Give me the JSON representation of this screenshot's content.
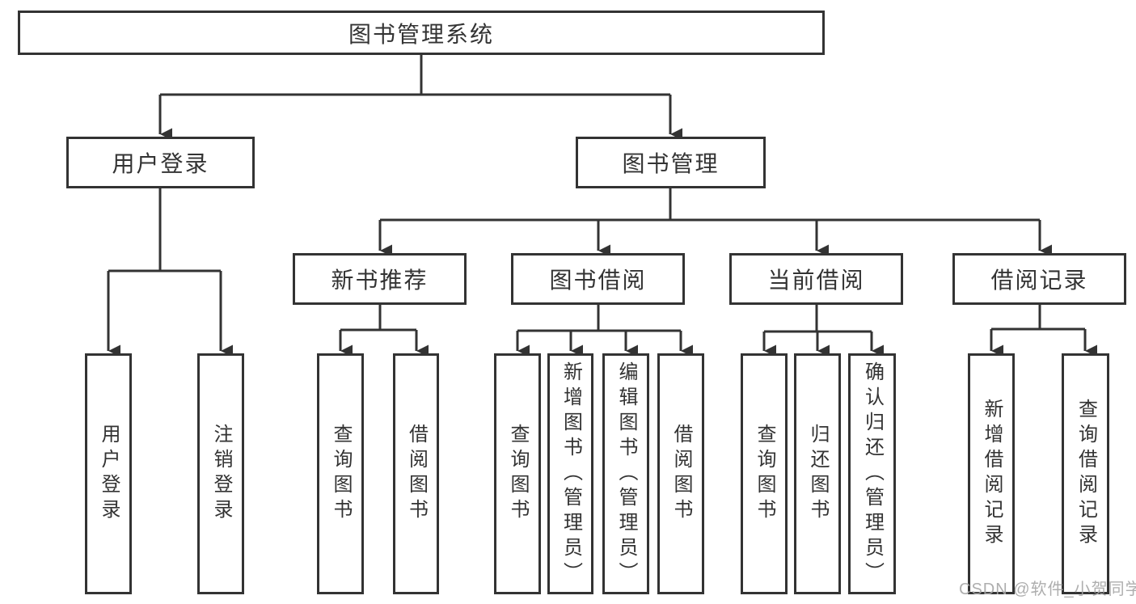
{
  "title": "图书管理系统",
  "level2": {
    "user_login": "用户登录",
    "book_mgmt": "图书管理"
  },
  "level3": {
    "new_books": "新书推荐",
    "book_borrow": "图书借阅",
    "current_borrow": "当前借阅",
    "borrow_records": "借阅记录"
  },
  "leaves": {
    "user_login": "用户登录",
    "logout": "注销登录",
    "nb_query": "查询图书",
    "nb_borrow": "借阅图书",
    "bb_query": "查询图书",
    "bb_add": "新增图书（管理员）",
    "bb_edit": "编辑图书（管理员）",
    "bb_borrow": "借阅图书",
    "cb_query": "查询图书",
    "cb_return": "归还图书",
    "cb_confirm": "确认归还（管理员）",
    "br_add": "新增借阅记录",
    "br_query": "查询借阅记录"
  },
  "watermark": "CSDN @软件_小贺同学",
  "colors": {
    "line": "#333333",
    "box_background": "#ffffff",
    "watermark": "#a5a5a5"
  }
}
